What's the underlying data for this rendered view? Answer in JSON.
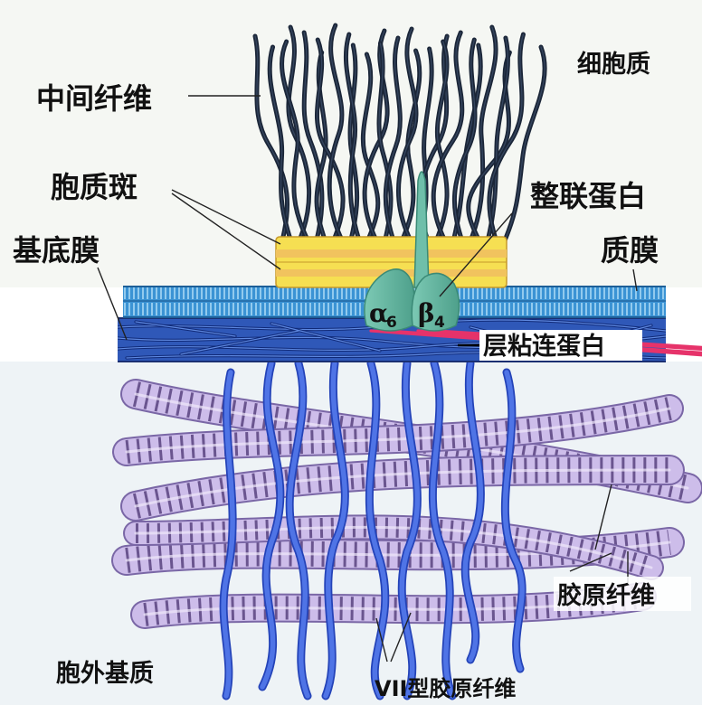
{
  "labels": {
    "intermediate_filaments": "中间纤维",
    "cytoplasm": "细胞质",
    "cytoplasmic_plaque": "胞质斑",
    "integrin": "整联蛋白",
    "basement_membrane": "基底膜",
    "plasma_membrane": "质膜",
    "laminin": "层粘连蛋白",
    "collagen_fibers": "胶原纤维",
    "extracellular_matrix": "胞外基质",
    "type_vii_collagen": "VII型胶原纤维"
  },
  "integrin_subunits": {
    "alpha": {
      "symbol": "α",
      "subscript": "6"
    },
    "beta": {
      "symbol": "β",
      "subscript": "4"
    }
  },
  "colors": {
    "background": "#ffffff",
    "cytoplasm_area": "#f4f6f2",
    "extracellular_area": "#eef3f6",
    "filament": "#1c2a3e",
    "plaque_fill": "#f6df52",
    "plaque_band": "#f3c95b",
    "membrane_fill": "#3d95d6",
    "membrane_stripe": "#9fd2f2",
    "basal_lamina": "#2a4fae",
    "integrin": "#66b8a4",
    "laminin": "#e23a6d",
    "anchoring_fibril": "#3a5fd8",
    "collagen_fill": "#c8b6e6",
    "collagen_band": "#6f5a9a"
  }
}
